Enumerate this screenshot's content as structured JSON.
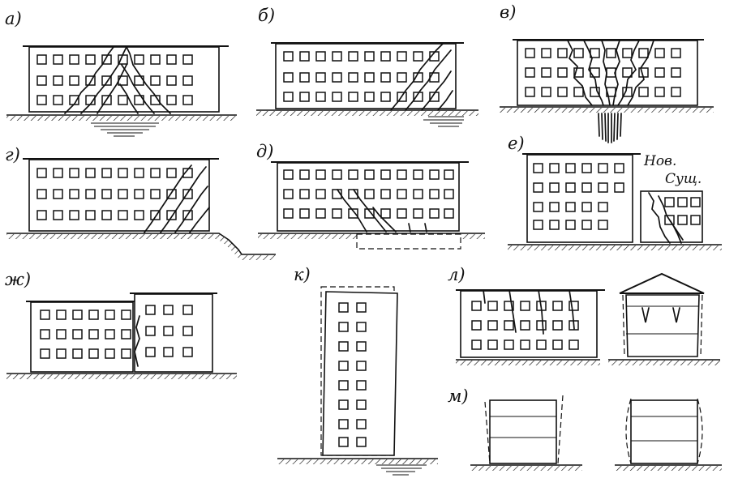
{
  "labels": {
    "a": "а)",
    "b": "б)",
    "v": "в)",
    "g": "г)",
    "d": "д)",
    "e": "е)",
    "zh": "ж)",
    "k": "к)",
    "l": "л)",
    "m": "м)"
  },
  "annotations": {
    "new_building": "Нов.",
    "existing_building": "Сущ."
  }
}
